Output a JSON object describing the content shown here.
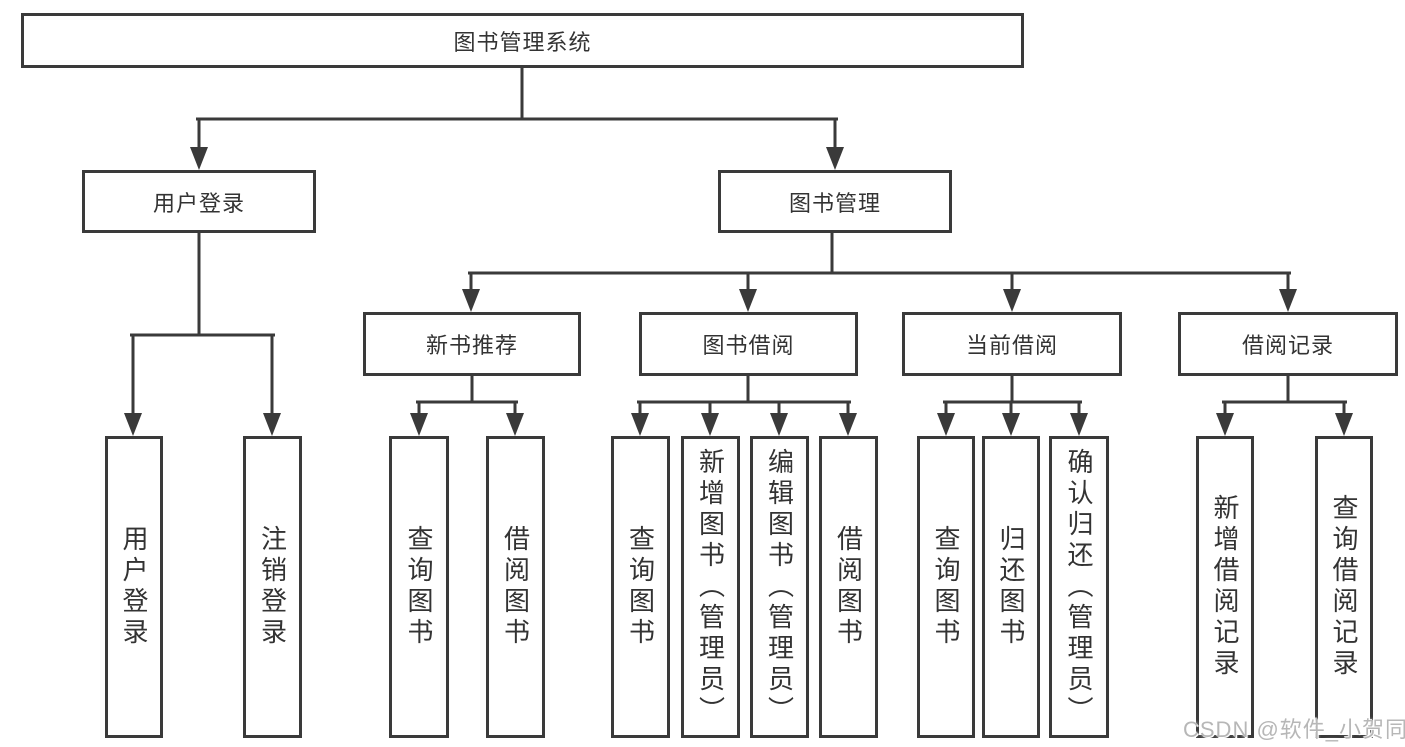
{
  "tree": {
    "label": "图书管理系统",
    "children": [
      {
        "label": "用户登录",
        "children": [
          {
            "label": "用户登录"
          },
          {
            "label": "注销登录"
          }
        ]
      },
      {
        "label": "图书管理",
        "children": [
          {
            "label": "新书推荐",
            "children": [
              {
                "label": "查询图书"
              },
              {
                "label": "借阅图书"
              }
            ]
          },
          {
            "label": "图书借阅",
            "children": [
              {
                "label": "查询图书"
              },
              {
                "label": "新增图书（管理员）"
              },
              {
                "label": "编辑图书（管理员）"
              },
              {
                "label": "借阅图书"
              }
            ]
          },
          {
            "label": "当前借阅",
            "children": [
              {
                "label": "查询图书"
              },
              {
                "label": "归还图书"
              },
              {
                "label": "确认归还（管理员）"
              }
            ]
          },
          {
            "label": "借阅记录",
            "children": [
              {
                "label": "新增借阅记录"
              },
              {
                "label": "查询借阅记录"
              }
            ]
          }
        ]
      }
    ]
  },
  "watermark": {
    "text": "CSDN @软件_小贺同学"
  },
  "style": {
    "line_color": "#3a3a3a",
    "text_color": "#333333",
    "watermark_color": "#b7b7b7",
    "background": "#ffffff"
  }
}
